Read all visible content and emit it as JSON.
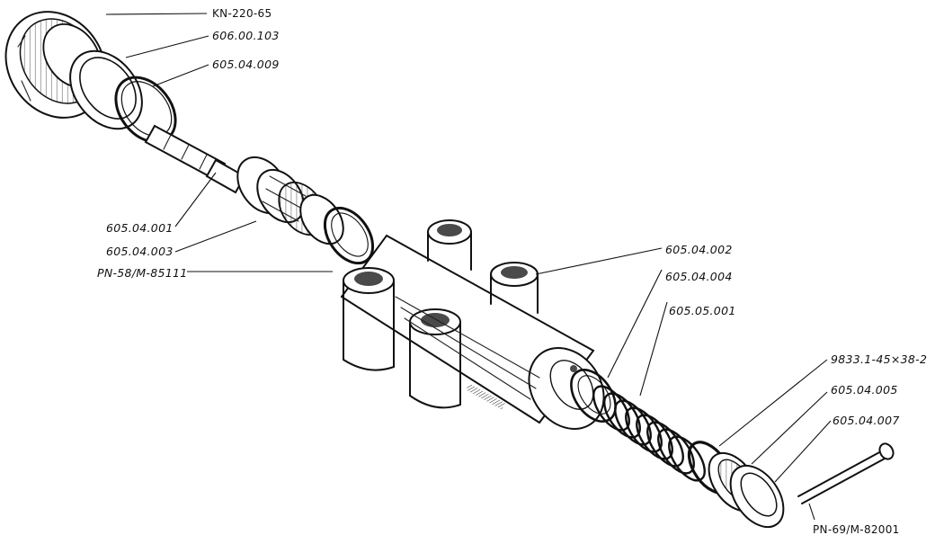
{
  "labels": {
    "kn_220_65": "KN-220-65",
    "p606_00_103": "606.00.103",
    "p605_04_009": "605.04.009",
    "p605_04_001": "605.04.001",
    "p605_04_003": "605.04.003",
    "pn_58_m_85111": "PN-58/M-85111",
    "p605_04_002": "605.04.002",
    "p605_04_004": "605.04.004",
    "p605_05_001": "605.05.001",
    "p9833_1": "9833.1-45×38-2",
    "p605_04_005": "605.04.005",
    "p605_04_007": "605.04.007",
    "pn_69_m_82001": "PN-69/M-82001"
  }
}
